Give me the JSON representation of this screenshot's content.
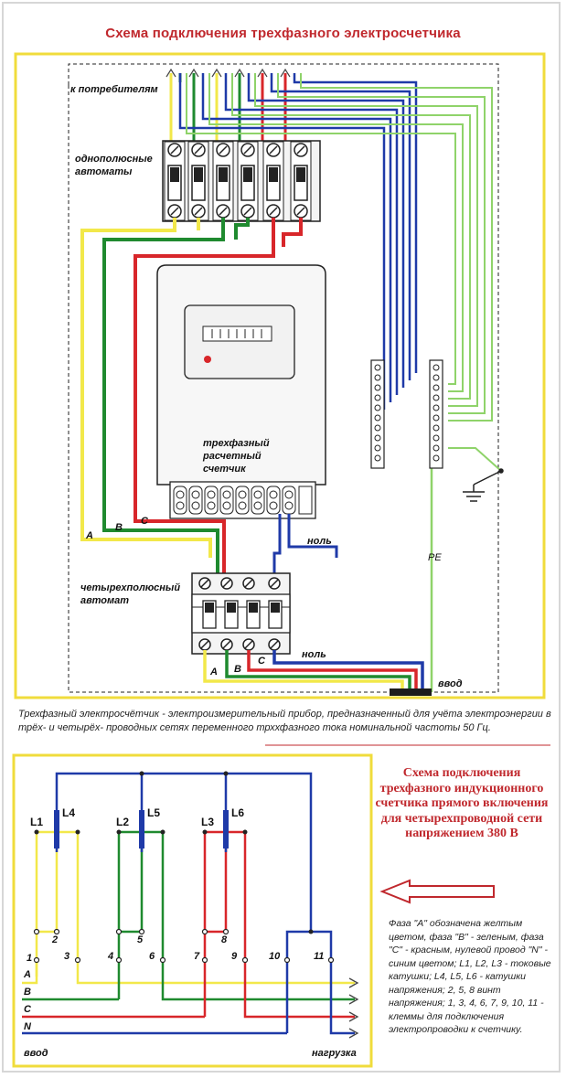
{
  "title": "Схема подключения трехфазного электросчетчика",
  "top_diagram": {
    "consumers_label": "к потребителям",
    "single_pole_label_1": "однополюсные",
    "single_pole_label_2": "автоматы",
    "meter_label_1": "трехфазный",
    "meter_label_2": "расчетный",
    "meter_label_3": "счетчик",
    "four_pole_label_1": "четырехполюсный",
    "four_pole_label_2": "автомат",
    "phase_a": "A",
    "phase_b": "B",
    "phase_c": "C",
    "neutral": "ноль",
    "pe": "PE",
    "input": "ввод"
  },
  "description": "Трехфазный электросчётчик - электроизмерительный прибор, предназначенный для учёта электроэнергии в трёх- и четырёх- проводных сетях переменного трххфазного тока номинальной частоты 50 Гц.",
  "bottom_diagram": {
    "title": "Схема подключения трехфазного индукционного счетчика прямого включения для четырехпроводной сети напряжением 380 В",
    "coil_labels": [
      "L1",
      "L4",
      "L2",
      "L5",
      "L3",
      "L6"
    ],
    "terminal_numbers": [
      "1",
      "2",
      "3",
      "4",
      "5",
      "6",
      "7",
      "8",
      "9",
      "10",
      "11"
    ],
    "line_labels": [
      "A",
      "B",
      "C",
      "N"
    ],
    "input": "ввод",
    "load": "нагрузка",
    "legend": "Фаза \"А\" обозначена желтым цветом, фаза \"В\" - зеленым, фаза \"С\" - красным, нулевой провод \"N\" - синим цветом; L1, L2, L3 - токовые катушки; L4, L5, L6 - катушки напряжения; 2, 5, 8 винт напряжения; 1, 3, 4, 6, 7, 9, 10, 11 - клеммы для подключения электропроводки к счетчику."
  },
  "colors": {
    "phase_a": "#f2e84a",
    "phase_b": "#1f8a2f",
    "phase_c": "#d8262a",
    "neutral": "#1f3aa8",
    "pe": "#8fd36a",
    "frame": "#f0dc3c",
    "title": "#c0282d"
  }
}
